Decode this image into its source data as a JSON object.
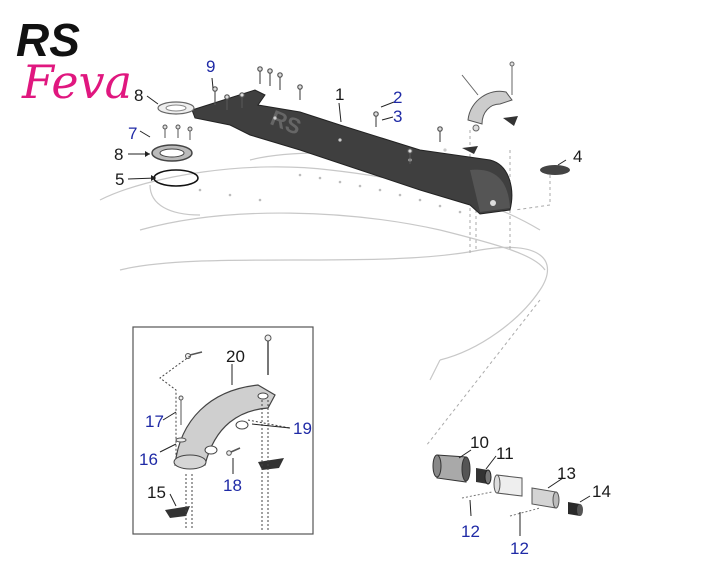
{
  "brand": {
    "line1": "RS",
    "line2": "Feva",
    "accent": "#e0177f"
  },
  "colors": {
    "black_label": "#1a1a1a",
    "blue_label": "#1f2aa6",
    "part_dark": "#3a3a3a",
    "part_light": "#d9d9d9"
  },
  "callouts": [
    {
      "id": "c1",
      "text": "1",
      "color": "black"
    },
    {
      "id": "c2",
      "text": "2",
      "color": "blue"
    },
    {
      "id": "c3",
      "text": "3",
      "color": "blue"
    },
    {
      "id": "c4",
      "text": "4",
      "color": "black"
    },
    {
      "id": "c5",
      "text": "5",
      "color": "black"
    },
    {
      "id": "c7",
      "text": "7",
      "color": "blue"
    },
    {
      "id": "c8a",
      "text": "8",
      "color": "black"
    },
    {
      "id": "c8b",
      "text": "8",
      "color": "black"
    },
    {
      "id": "c9",
      "text": "9",
      "color": "blue"
    },
    {
      "id": "c10",
      "text": "10",
      "color": "black"
    },
    {
      "id": "c11",
      "text": "11",
      "color": "black"
    },
    {
      "id": "c12a",
      "text": "12",
      "color": "blue"
    },
    {
      "id": "c12b",
      "text": "12",
      "color": "blue"
    },
    {
      "id": "c13",
      "text": "13",
      "color": "black"
    },
    {
      "id": "c14",
      "text": "14",
      "color": "black"
    },
    {
      "id": "c15",
      "text": "15",
      "color": "black"
    },
    {
      "id": "c16",
      "text": "16",
      "color": "blue"
    },
    {
      "id": "c17",
      "text": "17",
      "color": "blue"
    },
    {
      "id": "c18",
      "text": "18",
      "color": "blue"
    },
    {
      "id": "c19",
      "text": "19",
      "color": "blue"
    },
    {
      "id": "c20",
      "text": "20",
      "color": "black"
    }
  ]
}
